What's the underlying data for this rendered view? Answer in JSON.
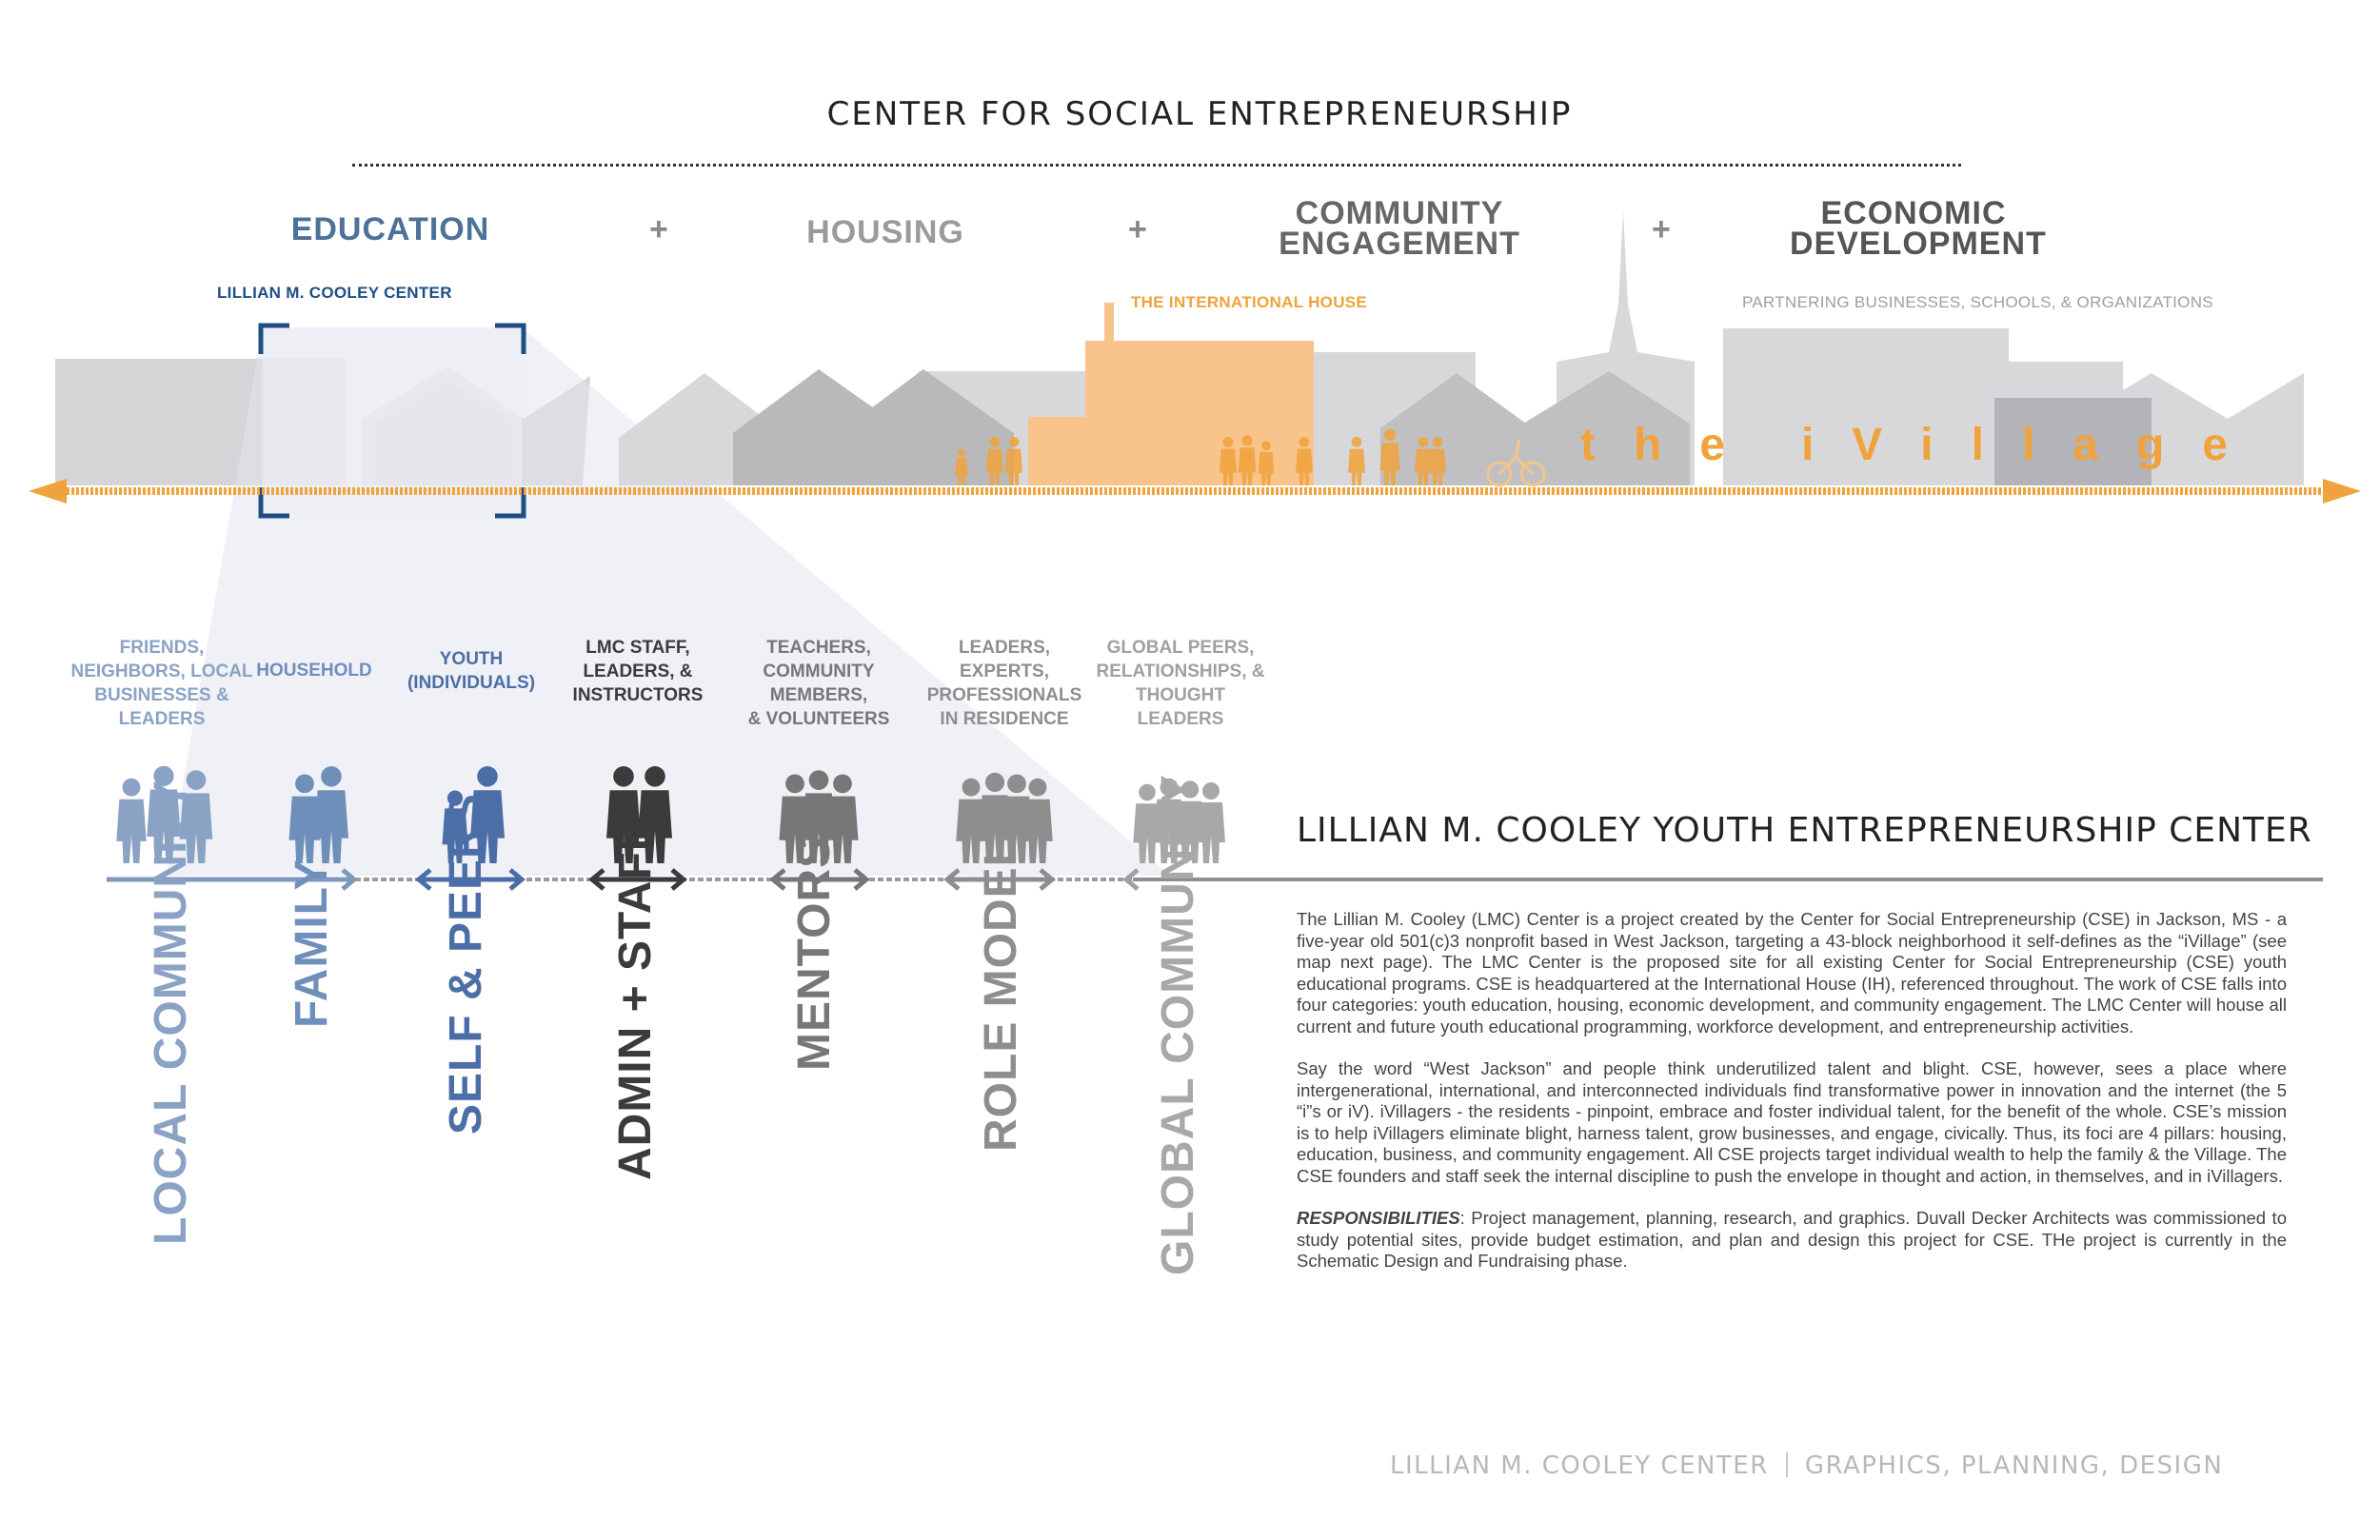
{
  "title": "CENTER FOR SOCIAL ENTREPRENEURSHIP",
  "pillars": [
    {
      "label": "EDUCATION",
      "color": "#4d7299"
    },
    {
      "label": "HOUSING",
      "color": "#9a9a9a"
    },
    {
      "label": "COMMUNITY ENGAGEMENT",
      "line1": "COMMUNITY",
      "line2": "ENGAGEMENT",
      "color": "#666666"
    },
    {
      "label": "ECONOMIC DEVELOPMENT",
      "line1": "ECONOMIC",
      "line2": "DEVELOPMENT",
      "color": "#555555"
    }
  ],
  "plus_sign": "+",
  "skyline": {
    "cooley_label": "LILLIAN M. COOLEY CENTER",
    "ih_label": "THE INTERNATIONAL HOUSE",
    "partners_label": "PARTNERING BUSINESSES, SCHOOLS, & ORGANIZATIONS",
    "village_letters": [
      "t",
      "h",
      "e",
      "i",
      "V",
      "i",
      "l",
      "l",
      "a",
      "g",
      "e"
    ]
  },
  "colors": {
    "accent_orange": "#f0a33c",
    "house_orange": "#f8c48c",
    "navy": "#1f4e85",
    "light_gray": "#d5d5d7",
    "mid_gray": "#b8b8bb"
  },
  "groups": [
    {
      "label_lines": [
        "FRIENDS,",
        "NEIGHBORS, LOCAL",
        "BUSINESSES &",
        "LEADERS"
      ],
      "category": "LOCAL COMMUNITY",
      "color": "#8aa2c4"
    },
    {
      "label_lines": [
        "HOUSEHOLD"
      ],
      "category": "FAMILY",
      "color": "#6f8fbb"
    },
    {
      "label_lines": [
        "YOUTH",
        "(INDIVIDUALS)"
      ],
      "category": "SELF & PEERS",
      "color": "#4c6ea6"
    },
    {
      "label_lines": [
        "LMC STAFF,",
        "LEADERS, &",
        "INSTRUCTORS"
      ],
      "category": "ADMIN + STAFF",
      "color": "#3b3b3b"
    },
    {
      "label_lines": [
        "TEACHERS,",
        "COMMUNITY MEMBERS,",
        "& VOLUNTEERS"
      ],
      "category": "MENTORS",
      "color": "#777777"
    },
    {
      "label_lines": [
        "LEADERS,",
        "EXPERTS,",
        "PROFESSIONALS",
        "IN RESIDENCE"
      ],
      "category": "ROLE MODELS",
      "color": "#8e8e8e"
    },
    {
      "label_lines": [
        "GLOBAL PEERS,",
        "RELATIONSHIPS, &",
        "THOUGHT",
        "LEADERS"
      ],
      "category": "GLOBAL COMMUNITY",
      "color": "#a8a8a8"
    }
  ],
  "section_title": "LILLIAN M. COOLEY YOUTH ENTREPRENEURSHIP CENTER",
  "paragraphs": {
    "p1": "The Lillian M. Cooley (LMC) Center is a project created by the Center for Social Entrepreneurship (CSE) in Jackson, MS - a five-year old 501(c)3 nonprofit based in West Jackson, targeting a 43-block neighborhood it self-defines as the “iVillage” (see map next page). The LMC Center is the proposed site for all existing Center for Social Entrepreneurship (CSE) youth educational programs. CSE is headquartered at the International House (IH), referenced throughout. The work of CSE falls into four categories: youth education, housing, economic development, and community engagement. The LMC Center will house all current and future youth educational programming, workforce development, and entrepreneurship activities.",
    "p2": "Say the word “West Jackson” and people think underutilized talent and blight. CSE, however, sees a place where intergenerational, international, and interconnected individuals find transformative power in innovation and the internet (the 5 “i”s or iV). iVillagers - the residents - pinpoint, embrace and foster individual talent, for the benefit of the whole. CSE’s mission is to help iVillagers eliminate blight, harness talent, grow businesses, and engage, civically. Thus, its foci are 4 pillars: housing, education, business, and community engagement. All CSE projects target individual wealth to help the family & the Village. The CSE founders and staff seek the internal discipline to push the envelope in thought and action, in themselves, and in iVillagers.",
    "p3_label": "RESPONSIBILITIES",
    "p3": ": Project management, planning, research, and graphics. Duvall Decker Architects was commissioned to study potential sites, provide budget estimation, and plan and design this project for CSE. THe project is currently in the Schematic Design and Fundraising phase."
  },
  "footer": {
    "left": "LILLIAN M. COOLEY CENTER",
    "right": "GRAPHICS, PLANNING, DESIGN"
  }
}
